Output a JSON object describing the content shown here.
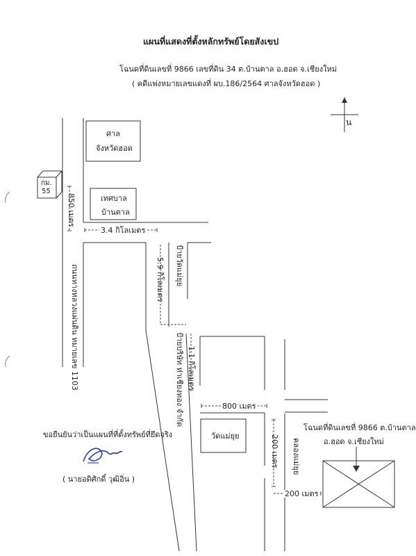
{
  "header": {
    "title": "แผนที่แสดงที่ตั้งหลักทรัพย์โดยสังเขป",
    "deed_line": "โฉนดที่ดินเลขที่ 9866 เลขที่ดิน 34 ต.บ้านตาล  อ.ฮอด  จ.เชียงใหม่",
    "case_line": "( คดีแพ่งหมายเลขแดงที่  ผบ.186/2564  ศาลจังหวัดฮอด )"
  },
  "north_label": "น",
  "landmarks": {
    "court_line1": "ศาล",
    "court_line2": "จังหวัดฮอด",
    "municipality_line1": "เทศบาล",
    "municipality_line2": "บ้านตาล",
    "temple": "วัดแม่ยุย",
    "highway_shield_line1": "กม.",
    "highway_shield_line2": "55"
  },
  "roads": {
    "highway_name": "ถนนทางหลวงแผ่นดิน หมายเลข 1103",
    "sign_mae_yui": "ป้ายวัดแม่ยุย",
    "sign_company": "ป้ายบริษัท ท่าเชียงทอง จำกัด",
    "canal": "คลองแม่ยุย"
  },
  "distances": {
    "d850": "850 เมตร",
    "d34km": "3.4 กิโลเมตร",
    "d59km": "5.9 กิโลเมตร",
    "d11km": "1.1 กิโลเมตร",
    "d800": "800 เมตร",
    "d200v": "200 เมตร",
    "d200h": "200 เมตร"
  },
  "target": {
    "line1": "โฉนดที่ดินเลขที่ 9866 ต.บ้านตาล",
    "line2": "อ.ฮอด  จ.เชียงใหม่"
  },
  "certification": {
    "statement": "ขอยืนยันว่าเป็นแผนที่ที่ตั้งทรัพย์ที่ยึดจริง",
    "name": "( นายอดิศักดิ์  วุฒิอิ่น )"
  },
  "colors": {
    "ink": "#222222",
    "signature": "#2a3f8f"
  }
}
